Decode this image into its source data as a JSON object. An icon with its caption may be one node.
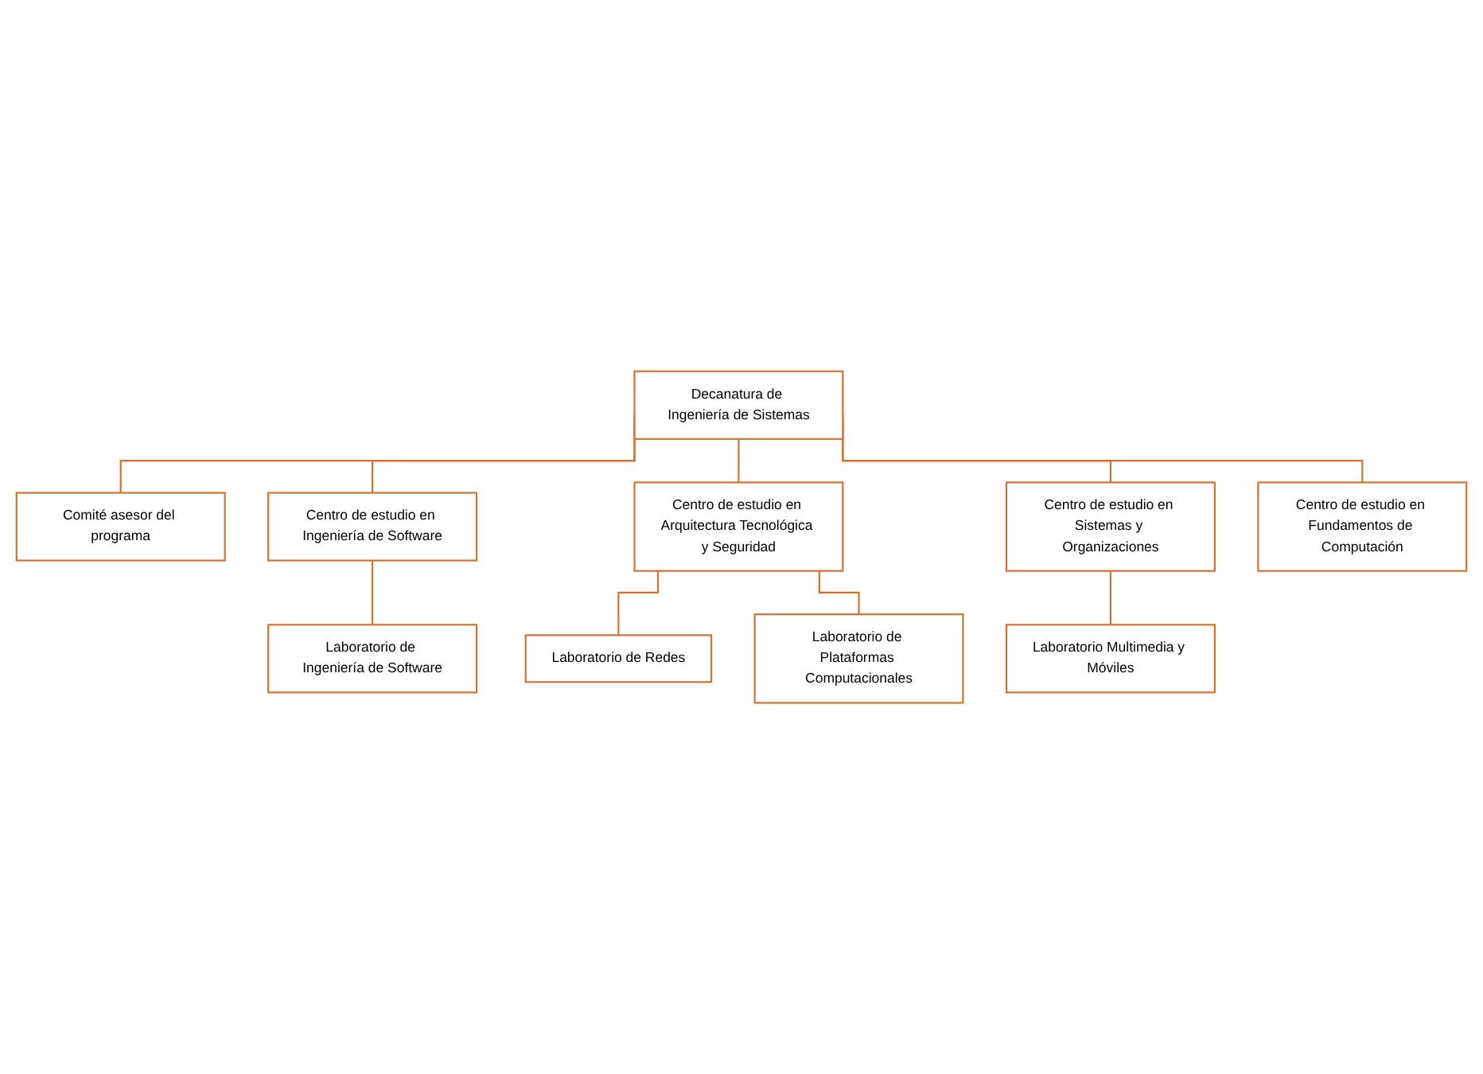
{
  "diagram": {
    "nodes": [
      {
        "text": [
          "Decanatura de Ingeniería de Sistemas"
        ]
      },
      {
        "text": [
          "Comité asesor del programa"
        ]
      },
      {
        "text": [
          "Centro de estudio en Ingeniería de Software"
        ]
      },
      {
        "text": [
          "Centro de estudio en Arquitectura Tecnológica y Seguridad"
        ]
      },
      {
        "text": [
          "Centro de estudio en Sistemas y Organizaciones"
        ]
      },
      {
        "text": [
          "Centro de estudio en Fundamentos de Computación"
        ]
      },
      {
        "text": [
          "Laboratorio de Ingeniería de Software"
        ]
      },
      {
        "text": [
          "Laboratorio de Redes"
        ]
      },
      {
        "text": [
          "Laboratorio de Plataformas Computacionales"
        ]
      },
      {
        "text": [
          "Laboratorio Multimedia y Móviles"
        ]
      }
    ],
    "edges": [
      {
        "from": 0,
        "to": 1,
        "arrow": "none"
      },
      {
        "from": 0,
        "to": 2,
        "arrow": "none"
      },
      {
        "from": 0,
        "to": 3,
        "arrow": "none"
      },
      {
        "from": 0,
        "to": 4,
        "arrow": "none"
      },
      {
        "from": 0,
        "to": 5,
        "arrow": "none"
      },
      {
        "from": 2,
        "to": 6,
        "arrow": "none"
      },
      {
        "from": 3,
        "to": 7,
        "arrow": "none"
      },
      {
        "from": 3,
        "to": 8,
        "arrow": "none"
      },
      {
        "from": 4,
        "to": 9,
        "arrow": "none"
      }
    ]
  }
}
